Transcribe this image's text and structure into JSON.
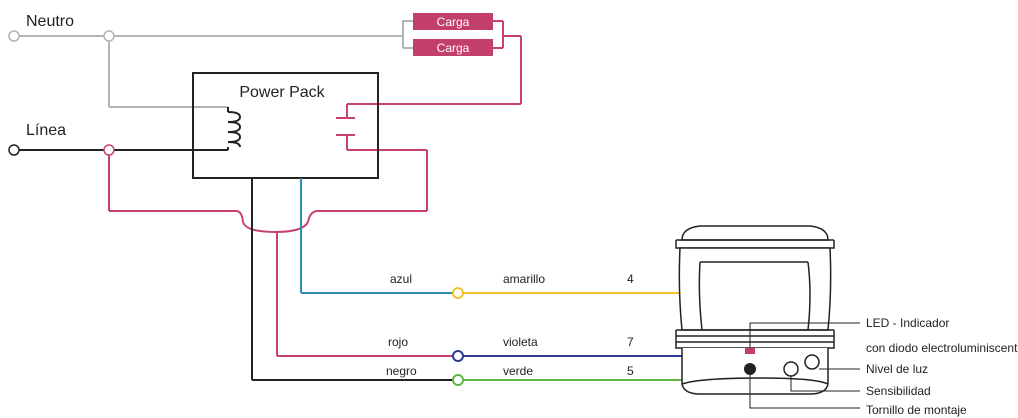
{
  "colors": {
    "neutral": "#b3b3b3",
    "line": "#222222",
    "red": "#c8426a",
    "blue": "#2b8fb8",
    "yellow": "#f5c22b",
    "violet": "#2e3a96",
    "green": "#5cb844",
    "load_fill": "#c23f6b"
  },
  "labels": {
    "neutro": "Neutro",
    "linea": "Línea",
    "power_pack": "Power Pack",
    "carga_1": "Carga",
    "carga_2": "Carga"
  },
  "wires": {
    "azul": "azul",
    "rojo": "rojo",
    "negro": "negro",
    "amarillo": "amarillo",
    "violeta": "violeta",
    "verde": "verde",
    "num_amarillo": "4",
    "num_violeta": "7",
    "num_verde": "5"
  },
  "callouts": {
    "led_line1": "LED - Indicador",
    "led_line2": "con diodo electroluminiscente",
    "nivel_luz": "Nivel de luz",
    "sensibilidad": "Sensibilidad",
    "tornillo": "Tornillo de montaje"
  }
}
